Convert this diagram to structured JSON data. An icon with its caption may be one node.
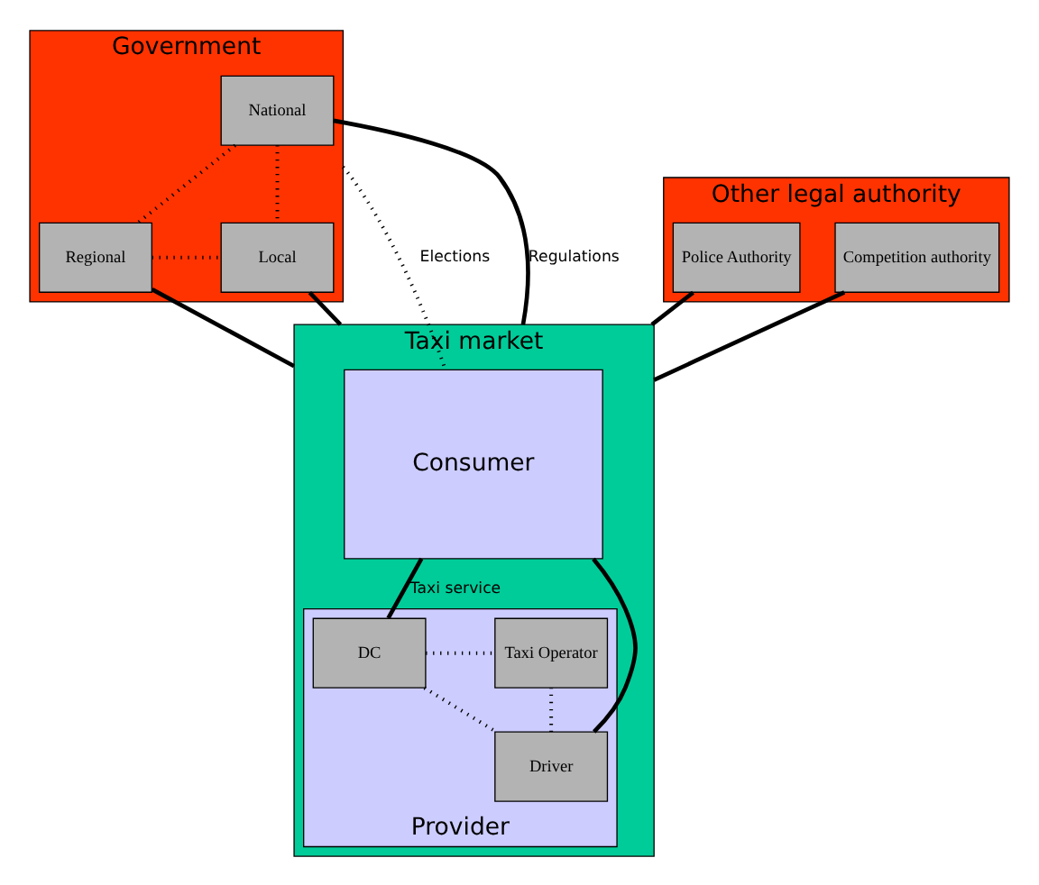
{
  "diagram": {
    "nodes": [
      {
        "text": [
          "Government"
        ]
      },
      {
        "text": [
          "National"
        ],
        "in": 0
      },
      {
        "text": [
          "Regional"
        ],
        "in": 0
      },
      {
        "text": [
          "Local"
        ],
        "in": 0
      },
      {
        "text": [
          "Other legal authority"
        ]
      },
      {
        "text": [
          "Police Authority"
        ],
        "in": 4
      },
      {
        "text": [
          "Competition authority"
        ],
        "in": 4
      },
      {
        "text": [
          "Taxi market"
        ]
      },
      {
        "text": [
          "Consumer"
        ],
        "in": 7
      },
      {
        "text": [
          "Provider"
        ],
        "in": 7
      },
      {
        "text": [
          "DC"
        ],
        "in": 9
      },
      {
        "text": [
          "Taxi Operator"
        ],
        "in": 9
      },
      {
        "text": [
          "Driver"
        ],
        "in": 9
      }
    ],
    "edges": [
      {
        "from": 1,
        "to": 2,
        "arrow": "none",
        "style": "dashed"
      },
      {
        "from": 1,
        "to": 3,
        "arrow": "none",
        "style": "dashed"
      },
      {
        "from": 2,
        "to": 3,
        "arrow": "none",
        "style": "dashed"
      },
      {
        "from": 0,
        "to": 8,
        "arrow": "none",
        "style": "dashed",
        "label": "Elections"
      },
      {
        "from": 2,
        "to": 7,
        "arrow": "none"
      },
      {
        "from": 1,
        "to": 7,
        "arrow": "none",
        "label": "Regulations"
      },
      {
        "from": 3,
        "to": 7,
        "arrow": "none"
      },
      {
        "from": 5,
        "to": 7,
        "arrow": "none"
      },
      {
        "from": 6,
        "to": 7,
        "arrow": "none"
      },
      {
        "from": 8,
        "to": 10,
        "arrow": "none",
        "label": "Taxi service"
      },
      {
        "from": 8,
        "to": 12,
        "arrow": "none"
      },
      {
        "from": 10,
        "to": 11,
        "arrow": "none",
        "style": "dashed"
      },
      {
        "from": 10,
        "to": 12,
        "arrow": "none",
        "style": "dashed"
      },
      {
        "from": 12,
        "to": 11,
        "arrow": "none",
        "style": "dashed"
      }
    ]
  }
}
